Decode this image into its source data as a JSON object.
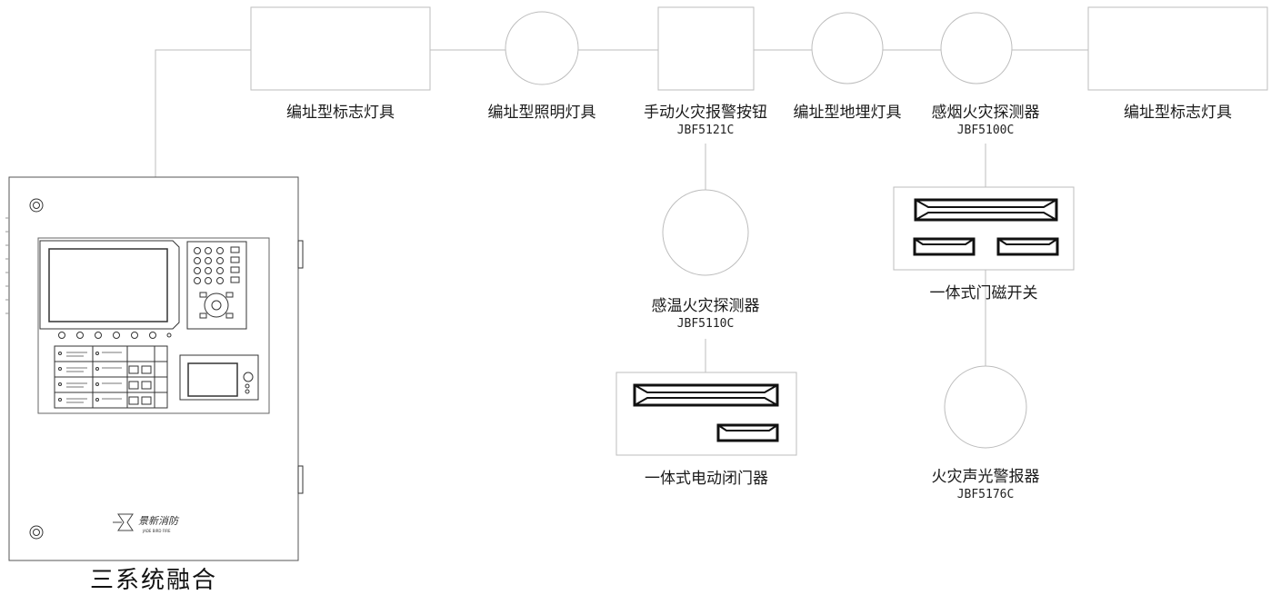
{
  "colors": {
    "line": "#bdbdbd",
    "stroke": "#333333",
    "text": "#1a1a1a"
  },
  "panel": {
    "title": "三系统融合",
    "brand": "景新消防",
    "brand_en": "JADE BIRD FIRE"
  },
  "devices": {
    "sign_light_1": {
      "name": "编址型标志灯具"
    },
    "lighting": {
      "name": "编址型照明灯具"
    },
    "manual_button": {
      "name": "手动火灾报警按钮",
      "model": "JBF5121C"
    },
    "buried_light": {
      "name": "编址型地埋灯具"
    },
    "smoke_detector": {
      "name": "感烟火灾探测器",
      "model": "JBF5100C"
    },
    "sign_light_2": {
      "name": "编址型标志灯具"
    },
    "heat_detector": {
      "name": "感温火灾探测器",
      "model": "JBF5110C"
    },
    "door_closer": {
      "name": "一体式电动闭门器"
    },
    "door_switch": {
      "name": "一体式门磁开关"
    },
    "alarm": {
      "name": "火灾声光警报器",
      "model": "JBF5176C"
    }
  }
}
